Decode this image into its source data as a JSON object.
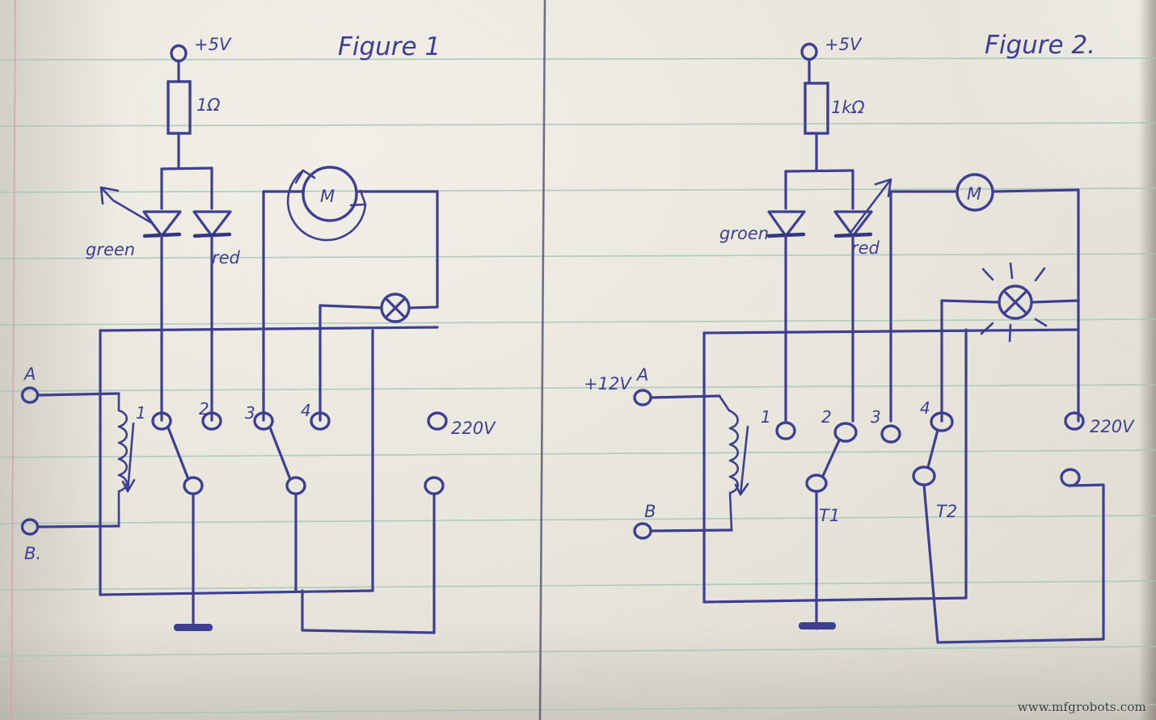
{
  "document": {
    "medium": "ruled notebook paper",
    "ink_color": "#3e3f92",
    "rule_color": "#9fc3b6",
    "margin_color": "#d9a3ae",
    "paper_color": "#e9e7dd",
    "watermark": "www.mfgrobots.com"
  },
  "figures": [
    {
      "id": "figure-1",
      "title": "Figure 1",
      "supply_label": "+5V",
      "resistor_label": "1Ω",
      "leds": [
        {
          "name": "green-led",
          "label": "green",
          "has_pointer_arrow": true
        },
        {
          "name": "red-led",
          "label": "red",
          "has_pointer_arrow": false
        }
      ],
      "motor": {
        "label": "M",
        "has_rotation_arrow": true
      },
      "lamp": {
        "symbol": "crossed-circle",
        "has_rays": false
      },
      "coil_inputs": [
        {
          "label": "A",
          "note": ""
        },
        {
          "label": "B.",
          "note": ""
        }
      ],
      "contacts": [
        "1",
        "2",
        "3",
        "4"
      ],
      "switched_contacts": [
        "1",
        "3"
      ],
      "mains_label": "220V",
      "ground": true
    },
    {
      "id": "figure-2",
      "title": "Figure 2.",
      "supply_label": "+5V",
      "resistor_label": "1kΩ",
      "leds": [
        {
          "name": "green-led",
          "label": "groen",
          "has_pointer_arrow": false
        },
        {
          "name": "red-led",
          "label": "red",
          "has_pointer_arrow": true
        }
      ],
      "motor": {
        "label": "M",
        "has_rotation_arrow": false
      },
      "lamp": {
        "symbol": "crossed-circle",
        "has_rays": true
      },
      "coil_inputs": [
        {
          "label": "A",
          "note": "+12V"
        },
        {
          "label": "B",
          "note": ""
        }
      ],
      "contacts": [
        "1",
        "2",
        "3",
        "4"
      ],
      "switched_contacts": [
        "2",
        "4"
      ],
      "common_labels": [
        "T1",
        "T2"
      ],
      "mains_label": "220V",
      "ground": true
    }
  ]
}
